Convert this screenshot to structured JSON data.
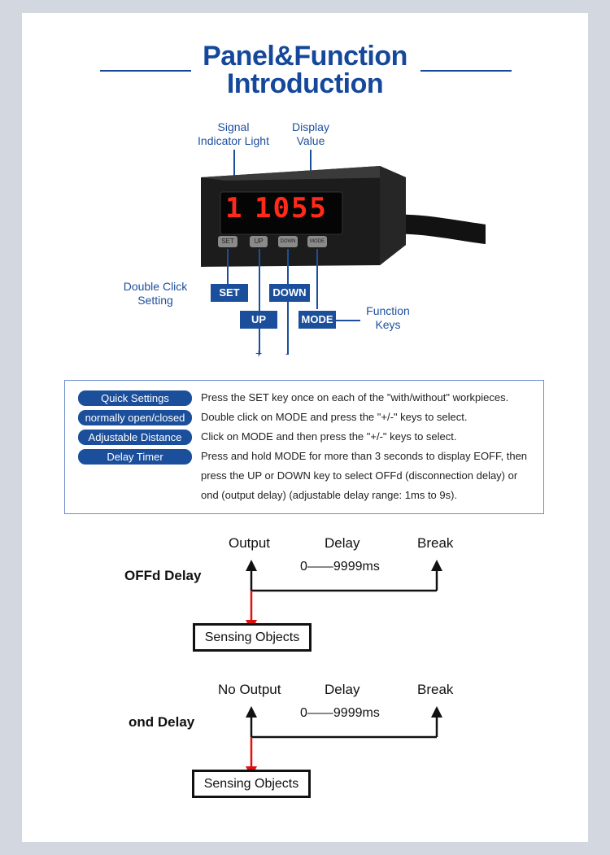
{
  "title": {
    "line1": "Panel&Function",
    "line2": "Introduction"
  },
  "device": {
    "indicator": "1",
    "display": "1055",
    "buttons": [
      "SET",
      "UP",
      "DOWN",
      "MODE"
    ]
  },
  "callouts": {
    "signal": "Signal\nIndicator Light",
    "display": "Display\nValue",
    "double_click": "Double Click\nSetting",
    "function_keys": "Function\nKeys",
    "set": "SET",
    "up": "UP",
    "down": "DOWN",
    "mode": "MODE",
    "plus": "+",
    "minus": "-"
  },
  "functions": [
    {
      "name": "Quick Settings",
      "desc": "Press the SET key once on each of the \"with/without\" workpieces."
    },
    {
      "name": "normally open/closed",
      "desc": "Double click on MODE and press the \"+/-\" keys to select."
    },
    {
      "name": "Adjustable Distance",
      "desc": "Click on MODE and then press the \"+/-\" keys to select."
    },
    {
      "name": "Delay Timer",
      "desc": "Press and hold MODE for more than 3 seconds to display EOFF, then"
    }
  ],
  "functions_cont": [
    "press the UP or DOWN key to select OFFd (disconnection delay) or",
    "ond (output delay) (adjustable delay range: 1ms to 9s)."
  ],
  "timing1": {
    "side_label": "OFFd Delay",
    "start": "Output",
    "mid": "Delay",
    "end": "Break",
    "range": "0——9999ms",
    "box": "Sensing Objects"
  },
  "timing2": {
    "side_label": "ond Delay",
    "start": "No Output",
    "mid": "Delay",
    "end": "Break",
    "range": "0——9999ms",
    "box": "Sensing Objects"
  },
  "colors": {
    "brand_blue": "#15489a",
    "arrow_red": "#e01010",
    "display_red": "#ff2a1a",
    "background": "#d3d7df"
  }
}
